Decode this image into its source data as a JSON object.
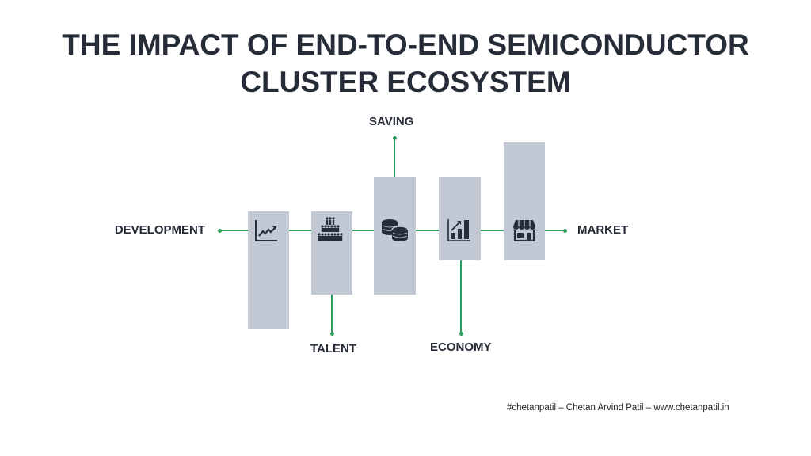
{
  "title": {
    "line1": "THE IMPACT OF END-TO-END SEMICONDUCTOR",
    "line2": "CLUSTER ECOSYSTEM"
  },
  "labels": {
    "development": "DEVELOPMENT",
    "saving": "SAVING",
    "talent": "TALENT",
    "economy": "ECONOMY",
    "market": "MARKET"
  },
  "footer": "#chetanpatil – Chetan Arvind Patil – www.chetanpatil.in",
  "colors": {
    "line": "#2e9e5e",
    "box": "#c2c9d4",
    "text": "#262d38"
  }
}
